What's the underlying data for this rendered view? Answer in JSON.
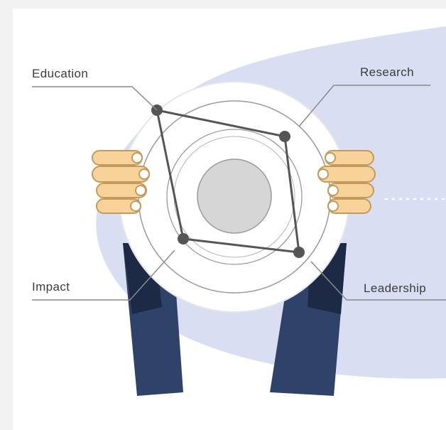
{
  "diagram": {
    "labels": {
      "education": "Education",
      "research": "Research",
      "impact": "Impact",
      "leadership": "Leadership"
    }
  },
  "colors": {
    "blob": "#d9def3",
    "sleeve": "#2f4269",
    "sleeve_shadow": "#1c2a46",
    "hand": "#f7d39a",
    "hand_outline": "#c49a5c",
    "plate": "#ffffff",
    "plate_rim": "#e4e4e4",
    "ring": "#9a9a9a",
    "center": "#d6d6d6",
    "diamond": "#555555",
    "leader_line": "#8a8a8a"
  }
}
